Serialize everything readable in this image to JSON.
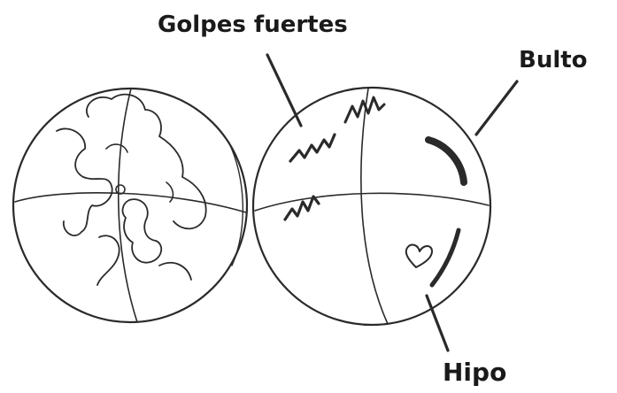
{
  "labels": {
    "strong_kicks": "Golpes fuertes",
    "bump": "Bulto",
    "hiccups": "Hipo"
  },
  "colors": {
    "ink": "#2a2a2a",
    "background": "#ffffff"
  },
  "icons": [
    "globe-baby-icon",
    "globe-belly-icon",
    "heart-icon"
  ]
}
